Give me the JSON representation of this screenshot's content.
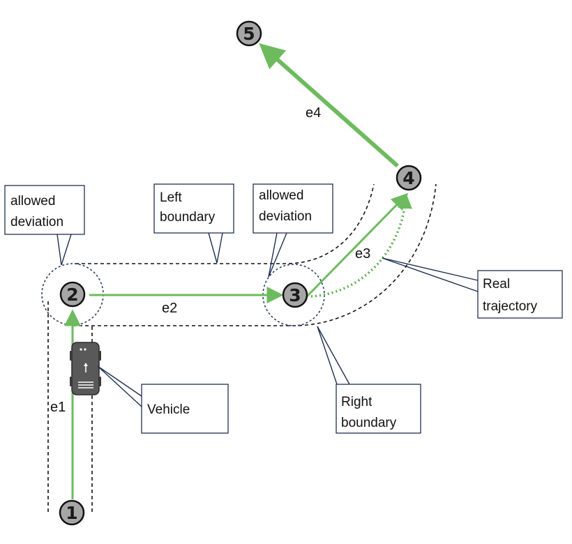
{
  "nodes": [
    {
      "id": "1",
      "label": "1"
    },
    {
      "id": "2",
      "label": "2"
    },
    {
      "id": "3",
      "label": "3"
    },
    {
      "id": "4",
      "label": "4"
    },
    {
      "id": "5",
      "label": "5"
    }
  ],
  "edges": [
    {
      "id": "e1",
      "label": "e1",
      "from": "1",
      "to": "2"
    },
    {
      "id": "e2",
      "label": "e2",
      "from": "2",
      "to": "3"
    },
    {
      "id": "e3",
      "label": "e3",
      "from": "3",
      "to": "4"
    },
    {
      "id": "e4",
      "label": "e4",
      "from": "4",
      "to": "5"
    }
  ],
  "callouts": {
    "allowed_deviation_left": {
      "line1": "allowed",
      "line2": "deviation"
    },
    "left_boundary": {
      "line1": "Left",
      "line2": "boundary"
    },
    "allowed_deviation_right": {
      "line1": "allowed",
      "line2": "deviation"
    },
    "real_trajectory": {
      "line1": "Real",
      "line2": "trajectory"
    },
    "vehicle": {
      "line1": "Vehicle"
    },
    "right_boundary": {
      "line1": "Right",
      "line2": "boundary"
    }
  },
  "colors": {
    "path": "#6dbb5e",
    "path_dark": "#5aac4c",
    "node_fill": "#a6a6a6",
    "node_stroke": "#111111",
    "deviation_circle": "#2c3e66",
    "boundary": "#111111",
    "callout_border": "#1f2f52",
    "vehicle_body": "#595959"
  }
}
